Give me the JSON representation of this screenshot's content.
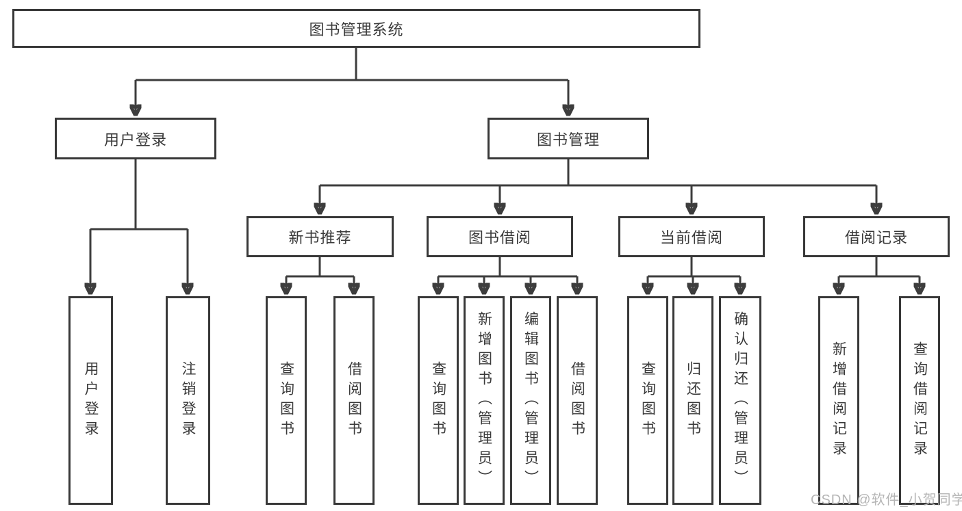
{
  "diagram": {
    "root": {
      "label": "图书管理系统"
    },
    "branches": [
      {
        "label": "用户登录",
        "children": [
          {
            "label": "用户登录"
          },
          {
            "label": "注销登录"
          }
        ]
      },
      {
        "label": "图书管理",
        "children": [
          {
            "label": "新书推荐",
            "children": [
              {
                "label": "查询图书"
              },
              {
                "label": "借阅图书"
              }
            ]
          },
          {
            "label": "图书借阅",
            "children": [
              {
                "label": "查询图书"
              },
              {
                "label": "新增图书（管理员）"
              },
              {
                "label": "编辑图书（管理员）"
              },
              {
                "label": "借阅图书"
              }
            ]
          },
          {
            "label": "当前借阅",
            "children": [
              {
                "label": "查询图书"
              },
              {
                "label": "归还图书"
              },
              {
                "label": "确认归还（管理员）"
              }
            ]
          },
          {
            "label": "借阅记录",
            "children": [
              {
                "label": "新增借阅记录"
              },
              {
                "label": "查询借阅记录"
              }
            ]
          }
        ]
      }
    ]
  },
  "watermark": {
    "text": "CSDN @软件_小贺同学"
  },
  "colors": {
    "line": "#3d3d3d",
    "box_border": "#383838",
    "box_background": "#ffffff",
    "text": "#3a3a3a",
    "watermark": "#b5b5b5"
  }
}
